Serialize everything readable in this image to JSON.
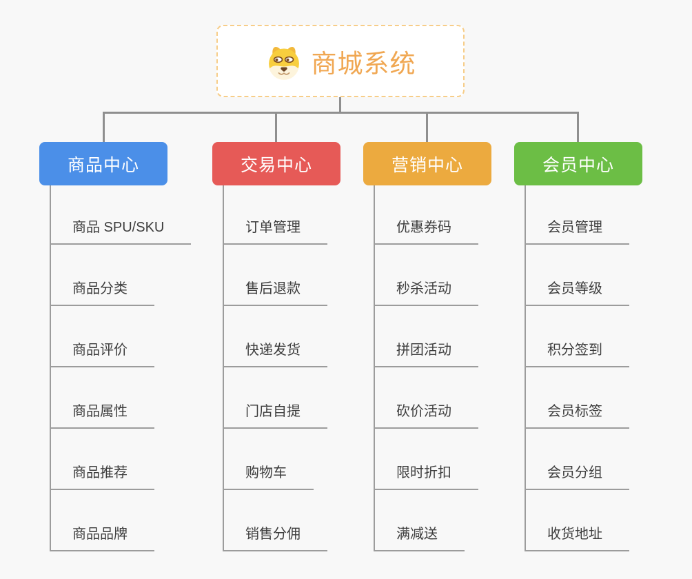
{
  "root": {
    "title": "商城系统",
    "icon": "dog-face-icon",
    "accent_color": "#f0a752",
    "border_color": "#f7cd88"
  },
  "connector_color": "#8f8f8f",
  "line_color": "#9c9c9c",
  "branches": [
    {
      "label": "商品中心",
      "color": "#4b8fe8",
      "items": [
        "商品 SPU/SKU",
        "商品分类",
        "商品评价",
        "商品属性",
        "商品推荐",
        "商品品牌"
      ]
    },
    {
      "label": "交易中心",
      "color": "#e65a57",
      "items": [
        "订单管理",
        "售后退款",
        "快递发货",
        "门店自提",
        "购物车",
        "销售分佣"
      ]
    },
    {
      "label": "营销中心",
      "color": "#ecaa3f",
      "items": [
        "优惠券码",
        "秒杀活动",
        "拼团活动",
        "砍价活动",
        "限时折扣",
        "满减送"
      ]
    },
    {
      "label": "会员中心",
      "color": "#6cbe45",
      "items": [
        "会员管理",
        "会员等级",
        "积分签到",
        "会员标签",
        "会员分组",
        "收货地址"
      ]
    }
  ]
}
